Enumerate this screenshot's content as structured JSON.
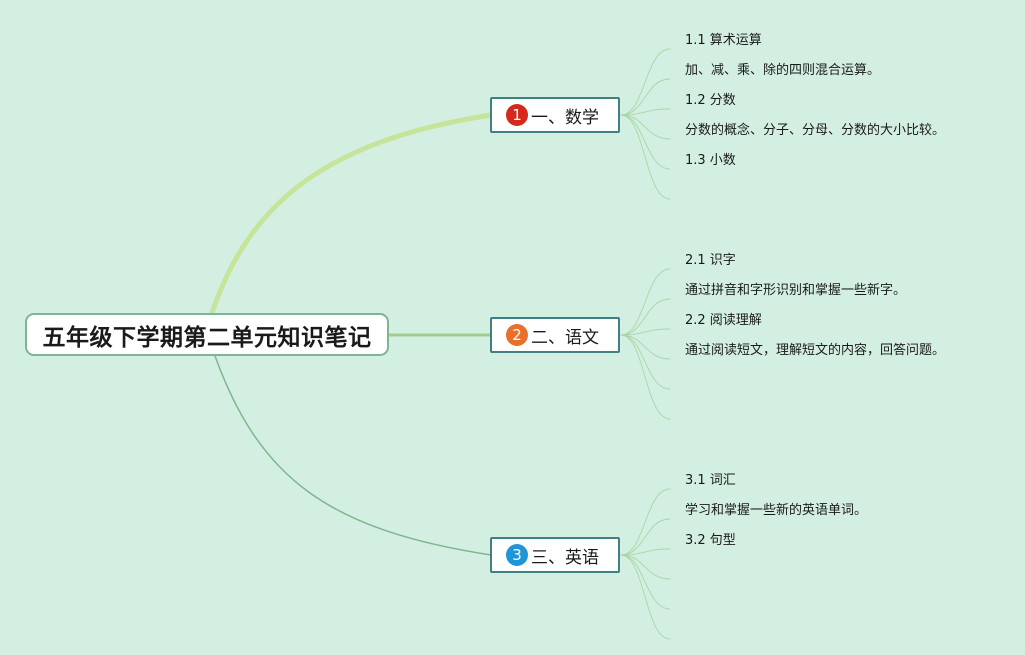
{
  "root": {
    "title": "五年级下学期第二单元知识笔记"
  },
  "branches": [
    {
      "number": "1",
      "label": "一、数学",
      "badge_color": "#d42a1c",
      "leaves": [
        "1.1 算术运算",
        "加、减、乘、除的四则混合运算。",
        "1.2 分数",
        "分数的概念、分子、分母、分数的大小比较。",
        "1.3 小数",
        ""
      ]
    },
    {
      "number": "2",
      "label": "二、语文",
      "badge_color": "#e8702a",
      "leaves": [
        "2.1 识字",
        "通过拼音和字形识别和掌握一些新字。",
        "2.2 阅读理解",
        "通过阅读短文，理解短文的内容，回答问题。",
        "",
        ""
      ]
    },
    {
      "number": "3",
      "label": "三、英语",
      "badge_color": "#1e96d8",
      "leaves": [
        "3.1 词汇",
        "学习和掌握一些新的英语单词。",
        "3.2 句型",
        "",
        "",
        ""
      ]
    }
  ],
  "colors": {
    "background": "#d3efe2",
    "branch1_line": "#c6e59a",
    "branch2_line": "#9fd08a",
    "branch3_line": "#7db88c"
  }
}
